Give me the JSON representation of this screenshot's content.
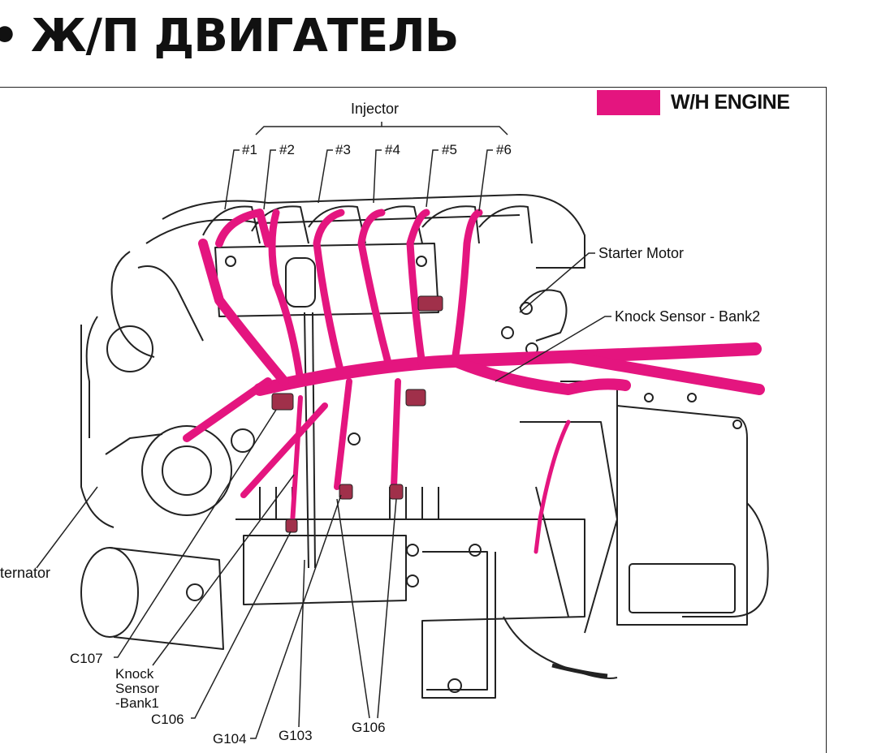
{
  "title": {
    "bullet": "•",
    "text": "Ж/П ДВИГАТЕЛЬ"
  },
  "legend": {
    "label": "W/H ENGINE",
    "color": "#e4157f"
  },
  "labels": {
    "injector": "Injector",
    "inj1": "#1",
    "inj2": "#2",
    "inj3": "#3",
    "inj4": "#4",
    "inj5": "#5",
    "inj6": "#6",
    "starter_motor": "Starter Motor",
    "knock_sensor_bank2": "Knock Sensor - Bank2",
    "alternator": "ternator",
    "c107": "C107",
    "knock_sensor_bank1_line1": "Knock",
    "knock_sensor_bank1_line2": "Sensor",
    "knock_sensor_bank1_line3": "-Bank1",
    "c106": "C106",
    "g104": "G104",
    "g103": "G103",
    "g106": "G106"
  },
  "colors": {
    "harness": "#e4157f",
    "line": "#222222",
    "connector": "#a0304a"
  }
}
